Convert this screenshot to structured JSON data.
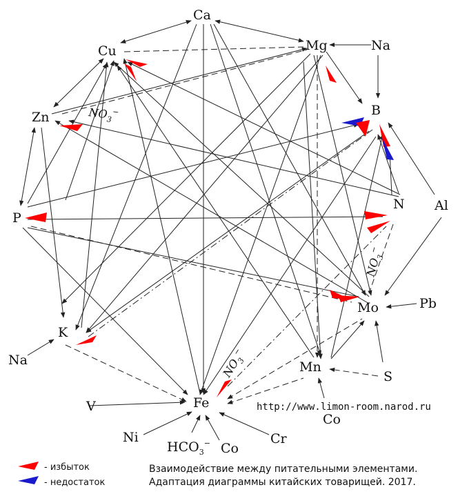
{
  "elements": {
    "ca": "Ca",
    "cu": "Cu",
    "mg": "Mg",
    "na_top": "Na",
    "zn": "Zn",
    "b": "B",
    "n": "N",
    "al": "Al",
    "p": "P",
    "mo": "Mo",
    "pb": "Pb",
    "k": "K",
    "na_left": "Na",
    "mn": "Mn",
    "s": "S",
    "v": "V",
    "fe": "Fe",
    "co_right": "Co",
    "ni": "Ni",
    "co_bottom": "Co",
    "cr": "Cr"
  },
  "ions": {
    "no3_main": "NO",
    "no3_sub": "3",
    "hco3_main": "HCO",
    "hco3_sub": "3",
    "minus": "−"
  },
  "url": "http://www.limon-room.narod.ru",
  "legend": {
    "excess": "- избыток",
    "deficiency": "- недостаток",
    "excess_color": "#ff0000",
    "deficiency_color": "#1a1acc"
  },
  "caption": {
    "line1": "Взаимодействие между питательными элементами.",
    "line2": "Адаптация диаграммы китайских товарищей. 2017."
  }
}
